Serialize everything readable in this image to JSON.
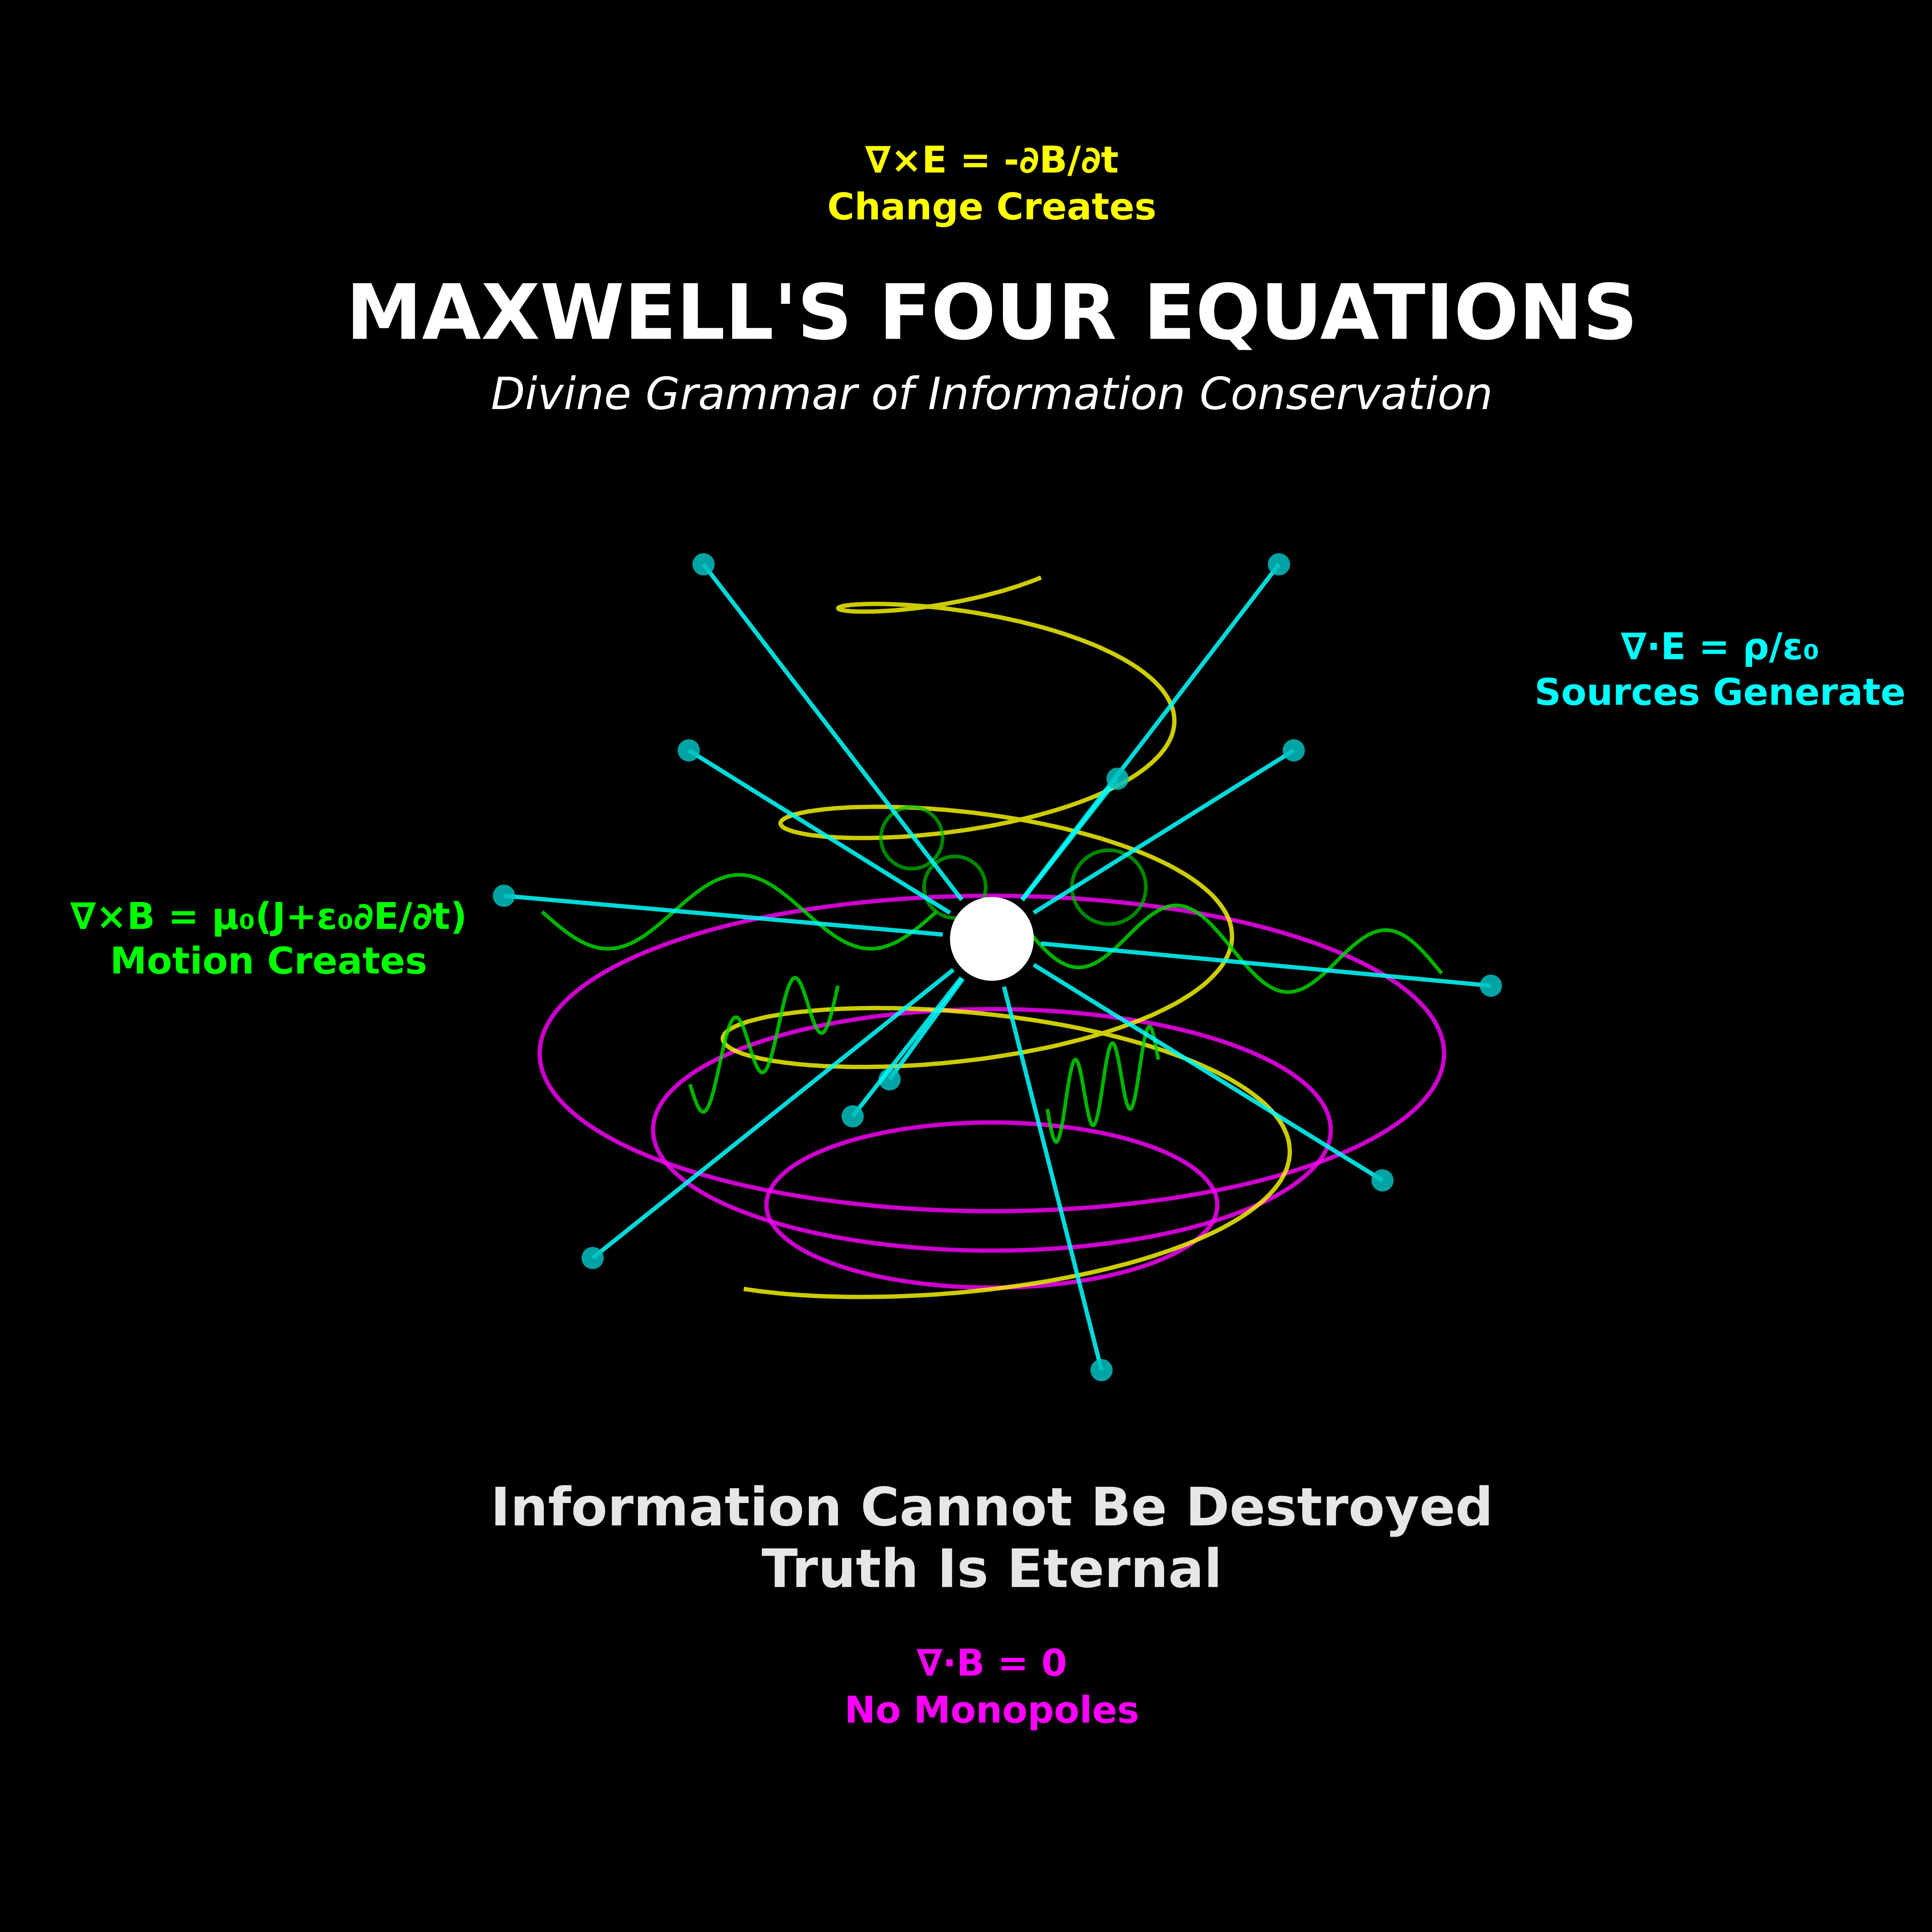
{
  "title": "MAXWELL'S FOUR EQUATIONS",
  "subtitle": "Divine Grammar of Information Conservation",
  "equations": {
    "faraday": {
      "formula": "∇×E = -∂B/∂t",
      "caption": "Change Creates",
      "color": "#ffff00"
    },
    "gauss_e": {
      "formula": "∇·E = ρ/ε₀",
      "caption": "Sources Generate",
      "color": "#00ffff"
    },
    "ampere": {
      "formula": "∇×B = μ₀(J+ε₀∂E/∂t)",
      "caption": "Motion Creates",
      "color": "#00ff00"
    },
    "gauss_b": {
      "formula": "∇·B = 0",
      "caption": "No Monopoles",
      "color": "#ff00ff"
    }
  },
  "footer": {
    "line1": "Information Cannot Be Destroyed",
    "line2": "Truth Is Eternal",
    "color": "#e6e6e6"
  },
  "colors": {
    "background": "#000000",
    "source": "#ffffff",
    "charge_dot": "#00bfbf"
  }
}
